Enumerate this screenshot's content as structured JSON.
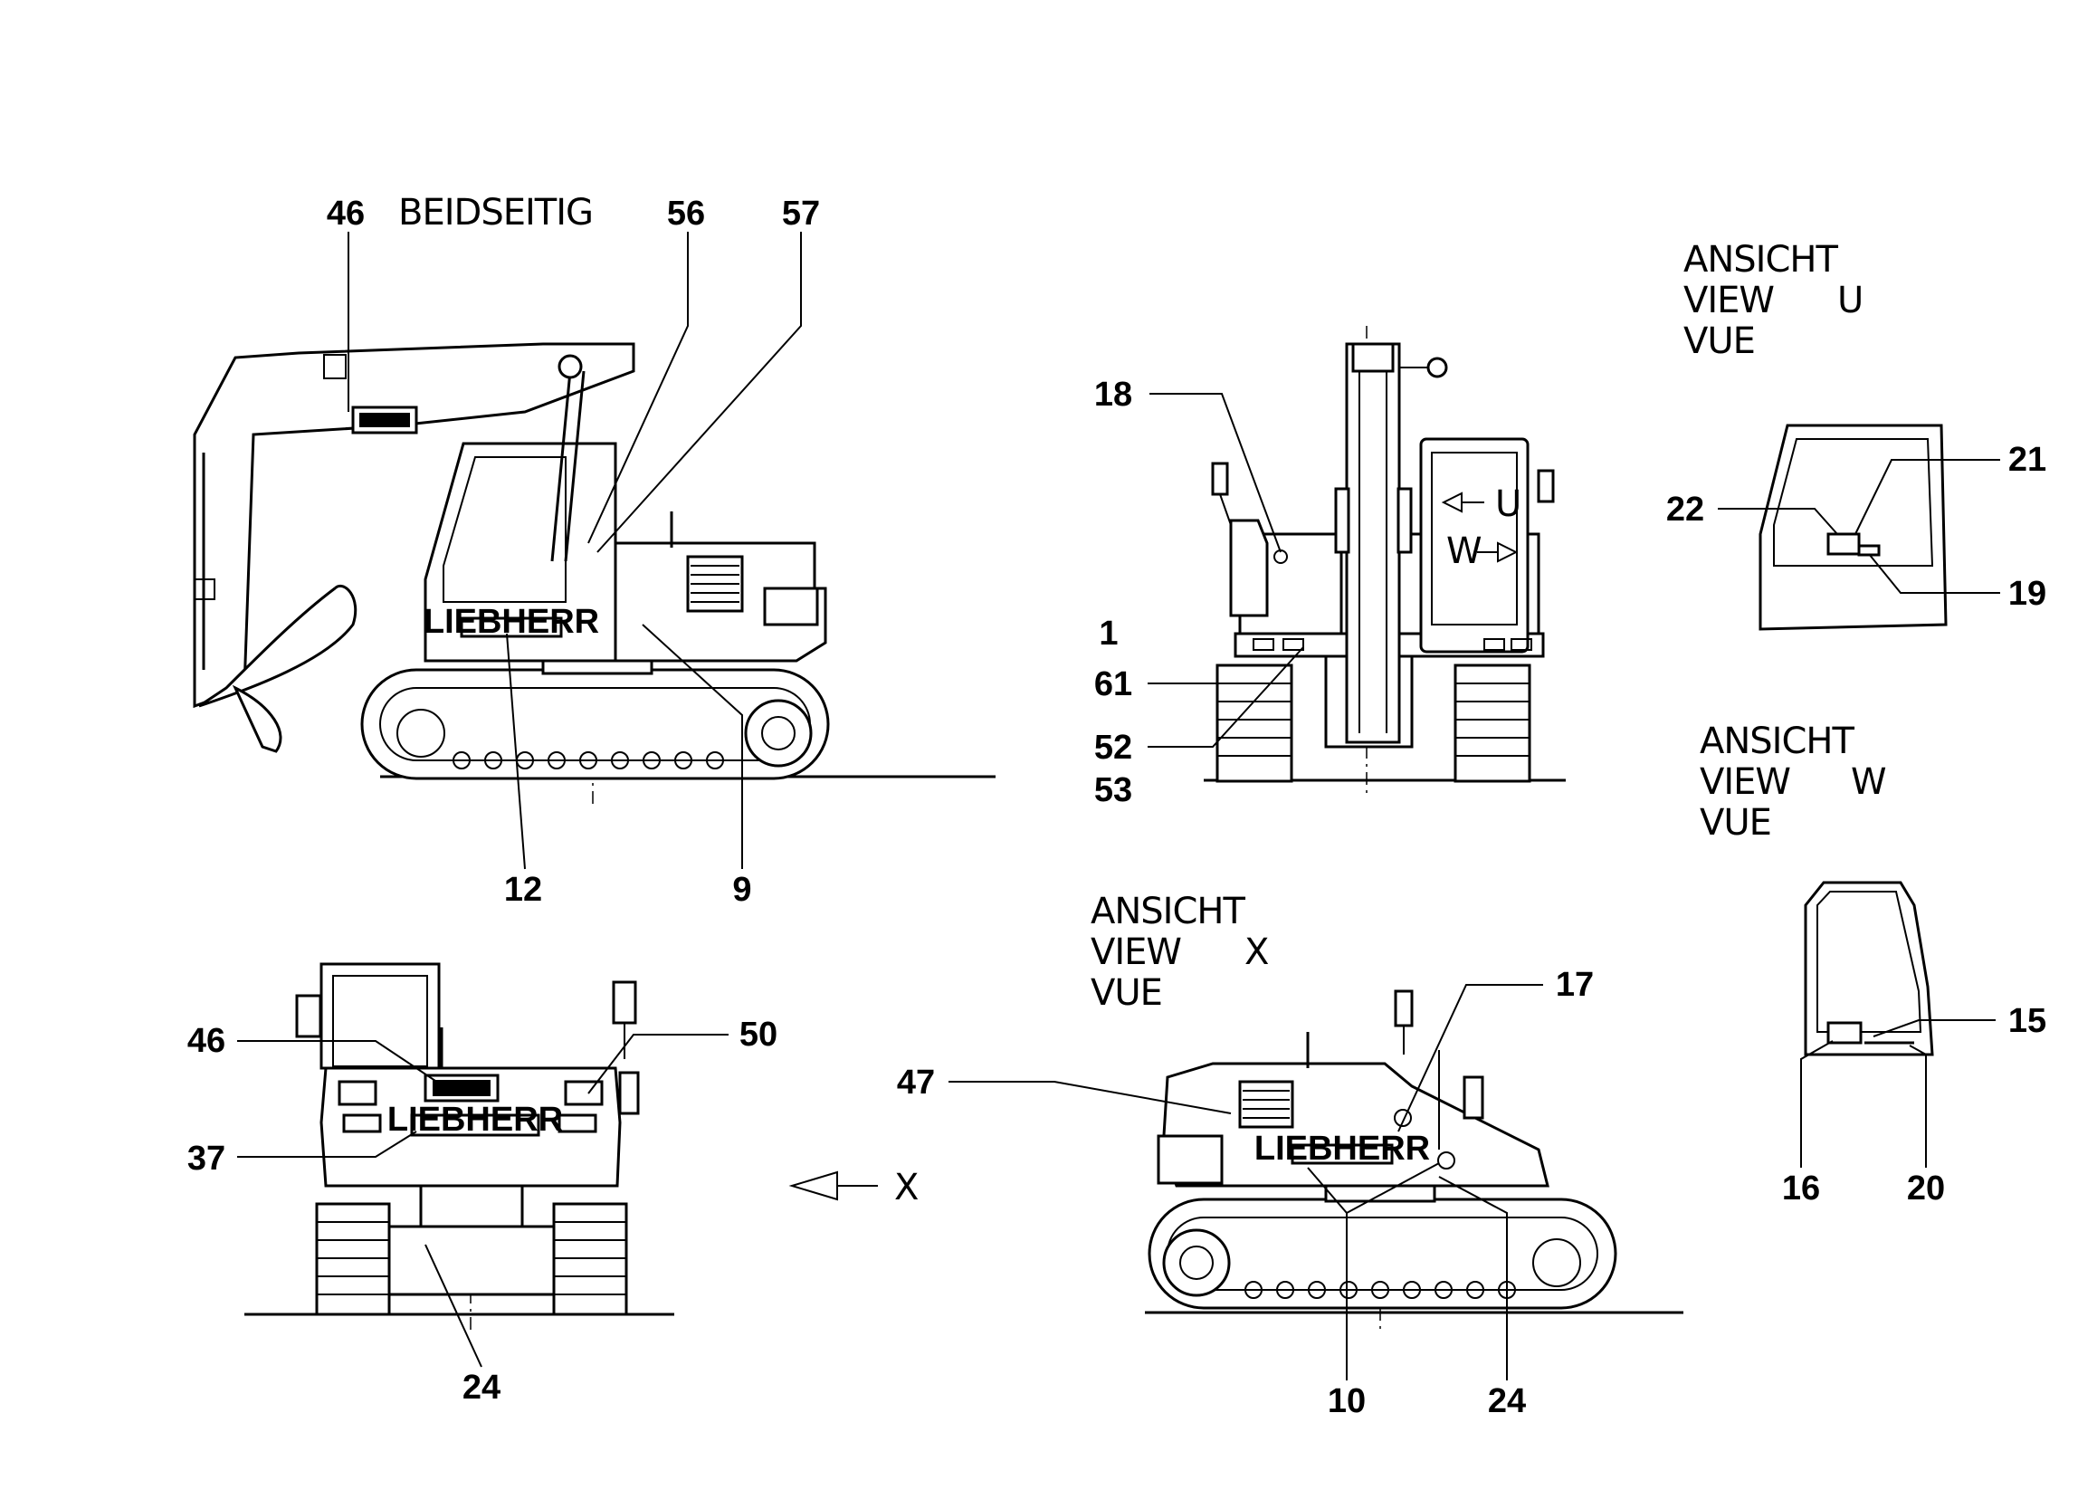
{
  "header": {
    "beidseitig": "BEIDSEITIG"
  },
  "views": {
    "u": {
      "line1": "ANSICHT",
      "line2": "VIEW",
      "letter": "U",
      "line3": "VUE"
    },
    "w": {
      "line1": "ANSICHT",
      "line2": "VIEW",
      "letter": "W",
      "line3": "VUE"
    },
    "x": {
      "line1": "ANSICHT",
      "line2": "VIEW",
      "letter": "X",
      "line3": "VUE"
    }
  },
  "arrows": {
    "u": "U",
    "w": "W",
    "x": "X"
  },
  "brand": {
    "plate": "LIEBHERR"
  },
  "callouts": {
    "side": [
      "46",
      "56",
      "57",
      "12",
      "9"
    ],
    "front": [
      "18",
      "1",
      "61",
      "52",
      "53"
    ],
    "view_u": [
      "22",
      "21",
      "19"
    ],
    "view_w": [
      "15",
      "16",
      "20"
    ],
    "rear": [
      "46",
      "50",
      "37",
      "24"
    ],
    "view_x": [
      "17",
      "47",
      "10",
      "24"
    ]
  }
}
